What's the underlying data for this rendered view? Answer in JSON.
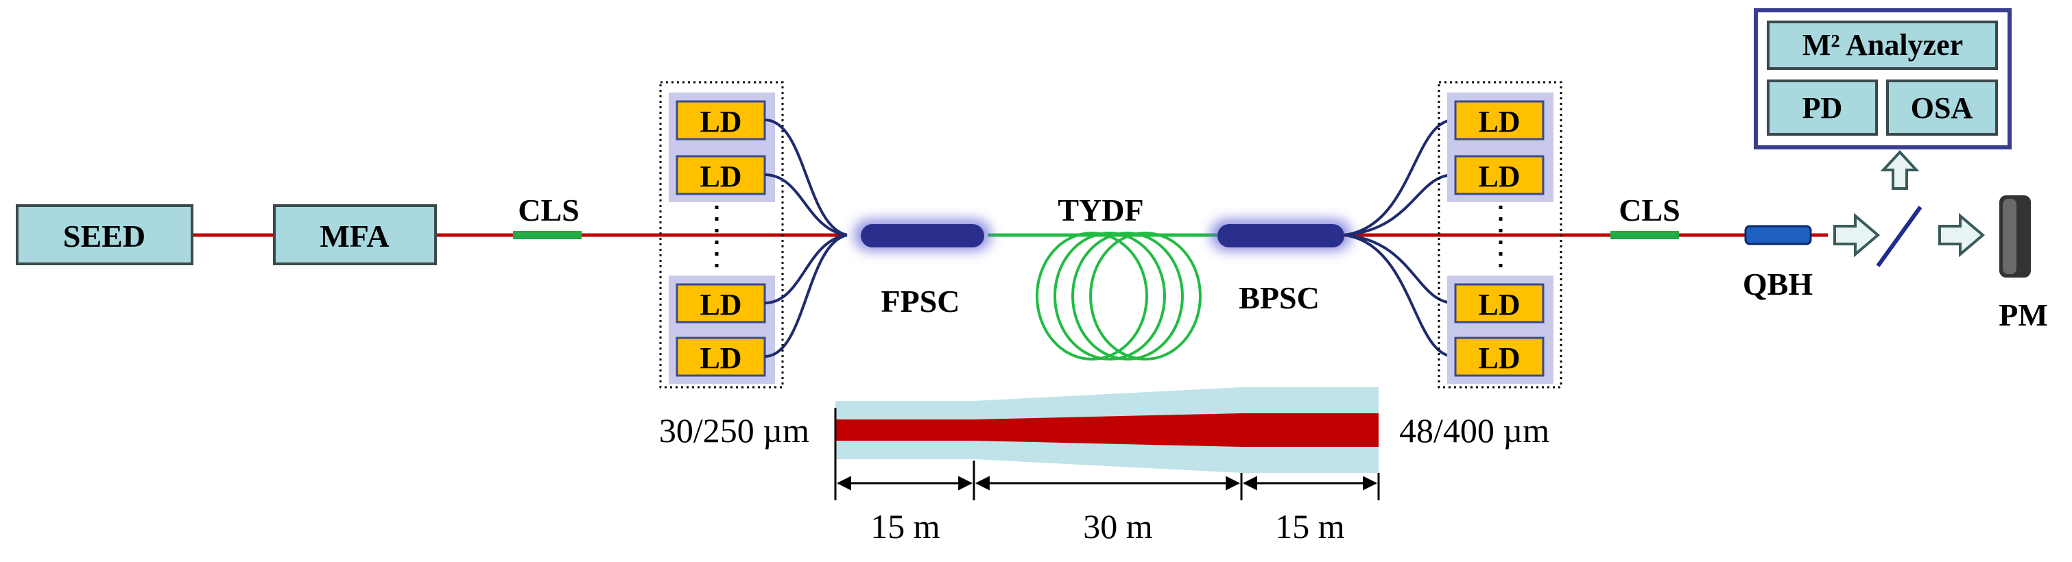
{
  "colors": {
    "fiber_red": "#c00000",
    "pump_blue": "#1f2b6e",
    "combiner_blue": "#2a2f8e",
    "coil_green": "#22bb44",
    "cls_green": "#22aa44",
    "box_cyan": "#a9d8df",
    "ld_yellow": "#ffc000",
    "analyzer_frame": "#3a3d8e",
    "taper_light": "#bfe3e8"
  },
  "blocks": {
    "seed": "SEED",
    "mfa": "MFA",
    "cls_left": "CLS",
    "cls_right": "CLS",
    "tydf": "TYDF",
    "fpsc": "FPSC",
    "bpsc": "BPSC",
    "qbh": "QBH",
    "pm": "PM"
  },
  "laser_diodes": {
    "left": [
      "LD",
      "LD",
      "LD",
      "LD"
    ],
    "right": [
      "LD",
      "LD",
      "LD",
      "LD"
    ]
  },
  "analyzer": {
    "m2": "M² Analyzer",
    "pd": "PD",
    "osa": "OSA"
  },
  "fiber_profile": {
    "left_spec": "30/250 µm",
    "right_spec": "48/400 µm",
    "segments": [
      "15 m",
      "30 m",
      "15 m"
    ]
  }
}
